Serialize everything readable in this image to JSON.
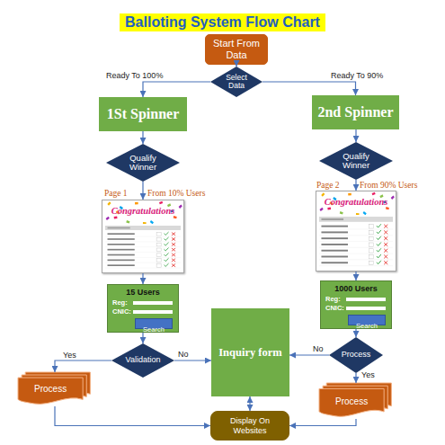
{
  "diagram": {
    "title": "Balloting System Flow Chart",
    "nodes": [
      {
        "text": [
          "Start From Data"
        ]
      },
      {
        "text": [
          "Select Data"
        ]
      },
      {
        "text": [
          "1St Spinner"
        ]
      },
      {
        "text": [
          "2nd Spinner"
        ]
      },
      {
        "text": [
          "Qualify Winner"
        ]
      },
      {
        "text": [
          "Qualify Winner"
        ]
      },
      {
        "text": [
          "Congratulations"
        ]
      },
      {
        "text": [
          "Congratulations"
        ]
      },
      {
        "text": [
          "15 Users",
          "Reg:",
          "CNIC:",
          "Search"
        ]
      },
      {
        "text": [
          "1000 Users",
          "Reg:",
          "CNIC:",
          "Search"
        ]
      },
      {
        "text": [
          "Validation"
        ]
      },
      {
        "text": [
          "Inquiry form"
        ]
      },
      {
        "text": [
          "Process"
        ]
      },
      {
        "text": [
          "Process"
        ]
      },
      {
        "text": [
          "Process"
        ]
      },
      {
        "text": [
          "Display On Websites"
        ]
      }
    ],
    "edges": [
      {
        "from": 0,
        "to": 1,
        "arrow": "to"
      },
      {
        "from": 1,
        "to": 2,
        "label": "Ready To 100%",
        "arrow": "to"
      },
      {
        "from": 1,
        "to": 3,
        "label": "Ready To 90%",
        "arrow": "to"
      },
      {
        "from": 2,
        "to": 4,
        "arrow": "to"
      },
      {
        "from": 3,
        "to": 5,
        "arrow": "to"
      },
      {
        "from": 4,
        "to": 6,
        "arrow": "to"
      },
      {
        "from": 5,
        "to": 7,
        "arrow": "to"
      },
      {
        "from": 6,
        "to": 8,
        "arrow": "to"
      },
      {
        "from": 7,
        "to": 9,
        "arrow": "to"
      },
      {
        "from": 8,
        "to": 10,
        "arrow": "to"
      },
      {
        "from": 9,
        "to": 12,
        "arrow": "to"
      },
      {
        "from": 10,
        "to": 13,
        "label": "Yes",
        "arrow": "to"
      },
      {
        "from": 10,
        "to": 11,
        "label": "No",
        "arrow": "to"
      },
      {
        "from": 12,
        "to": 11,
        "label": "No",
        "arrow": "to"
      },
      {
        "from": 12,
        "to": 14,
        "label": "Yes",
        "arrow": "to"
      },
      {
        "from": 13,
        "to": 15,
        "arrow": "to"
      },
      {
        "from": 14,
        "to": 15,
        "arrow": "to"
      },
      {
        "from": 11,
        "to": 15,
        "arrow": "both"
      }
    ],
    "labels": [
      "Page 1",
      "From 10% Users",
      "Page 2",
      "From 90% Users"
    ]
  }
}
